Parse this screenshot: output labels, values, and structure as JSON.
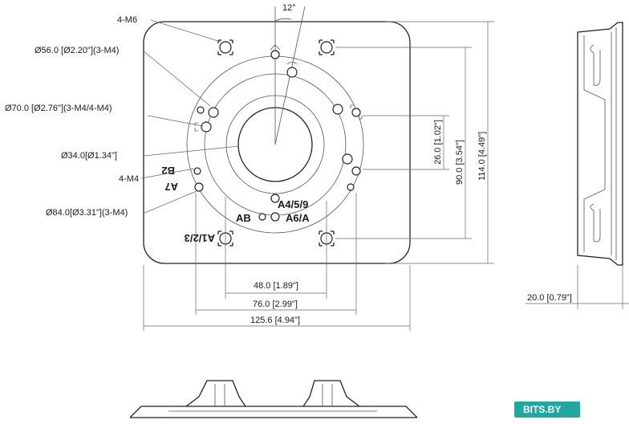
{
  "angle_label": "12°",
  "callouts": {
    "m6": "4-M6",
    "d56": "Ø56.0 [Ø2.20\"](3-M4)",
    "d70": "Ø70.0 [Ø2.76\"](3-M4/4-M4)",
    "d34": "Ø34.0[Ø1.34\"]",
    "m4": "4-M4",
    "d84": "Ø84.0[Ø3.31\"](3-M4)"
  },
  "dims": {
    "d26": "26.0 [1.02\"]",
    "d90": "90.0 [3.54\"]",
    "d114": "114.0 [4.49\"]",
    "d48": "48.0 [1.89\"]",
    "d76": "76.0 [2.99\"]",
    "d125": "125.6 [4.94\"]",
    "d20": "20.0 [0.79\"]"
  },
  "plate_marks": {
    "b2": "B2",
    "a7": "A7",
    "a459": "A4/5/9",
    "ab": "AB",
    "a6a": "A6/A",
    "a123": "A1/2/3"
  },
  "watermark": "BITS.BY"
}
